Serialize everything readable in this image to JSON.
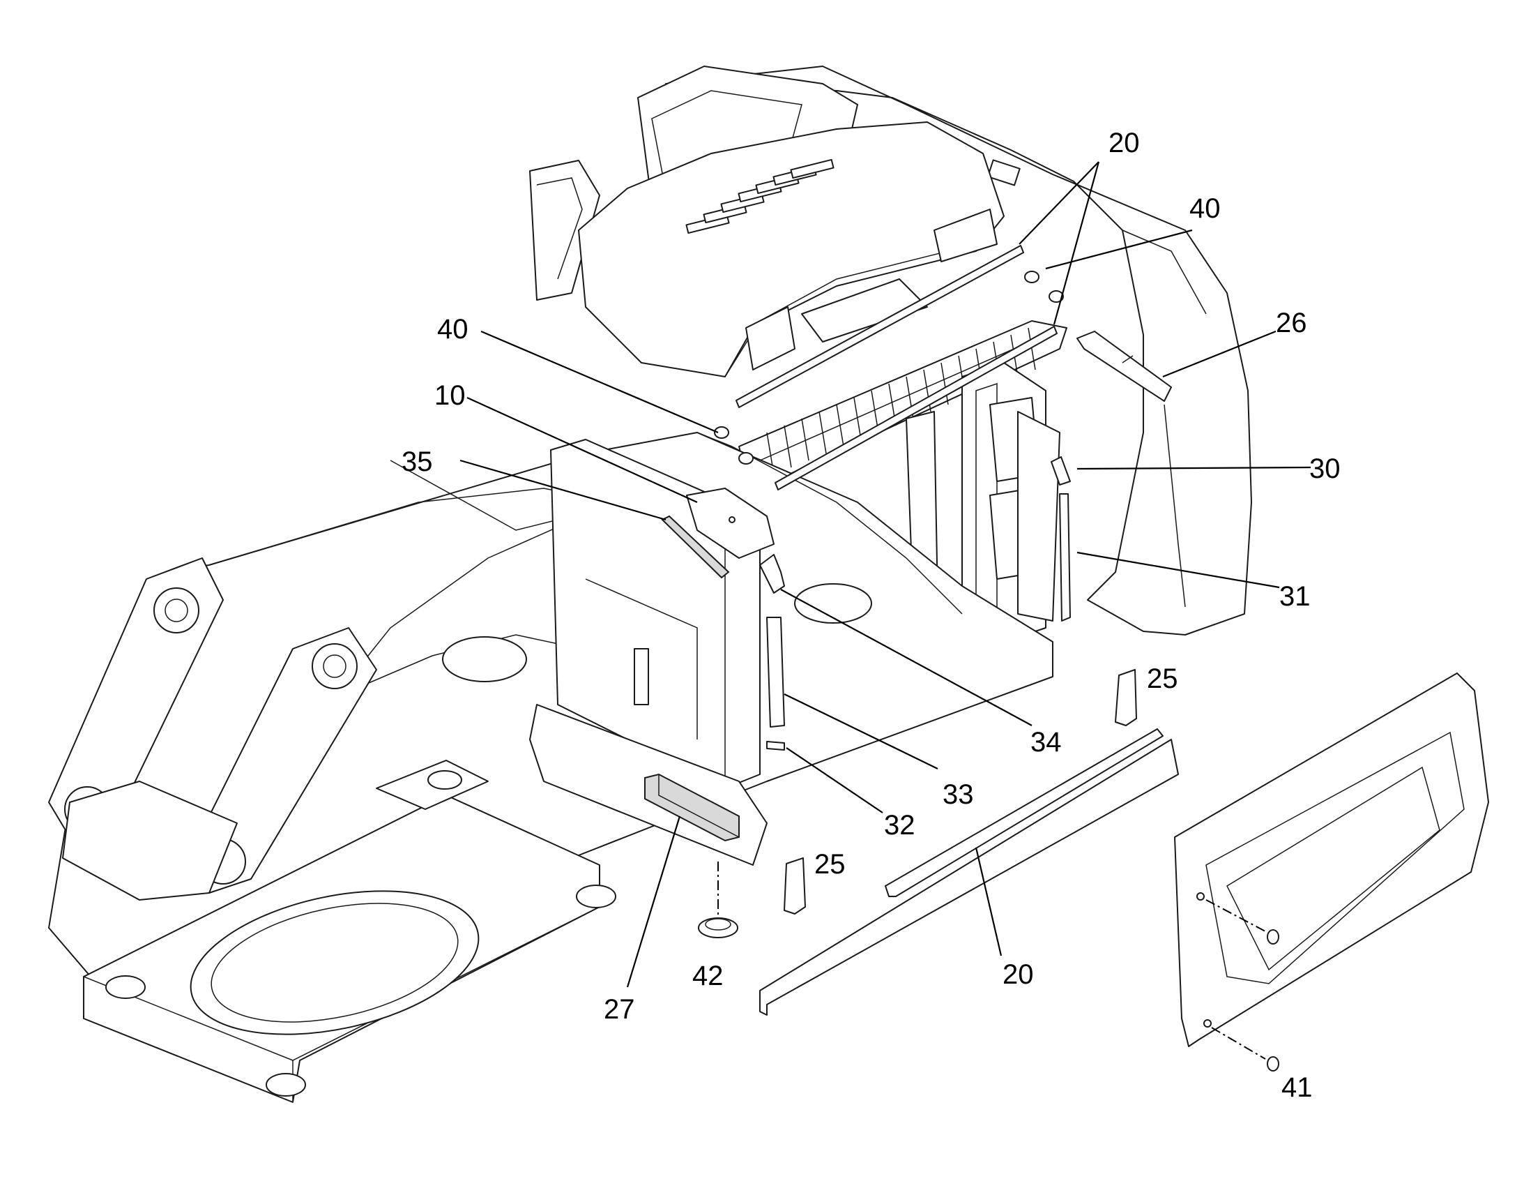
{
  "diagram": {
    "callouts": [
      {
        "id": "c20a",
        "label": "20"
      },
      {
        "id": "c40a",
        "label": "40"
      },
      {
        "id": "c26",
        "label": "26"
      },
      {
        "id": "c40b",
        "label": "40"
      },
      {
        "id": "c10",
        "label": "10"
      },
      {
        "id": "c35",
        "label": "35"
      },
      {
        "id": "c30",
        "label": "30"
      },
      {
        "id": "c31",
        "label": "31"
      },
      {
        "id": "c25a",
        "label": "25"
      },
      {
        "id": "c34",
        "label": "34"
      },
      {
        "id": "c33",
        "label": "33"
      },
      {
        "id": "c32",
        "label": "32"
      },
      {
        "id": "c25b",
        "label": "25"
      },
      {
        "id": "c20b",
        "label": "20"
      },
      {
        "id": "c27",
        "label": "27"
      },
      {
        "id": "c42",
        "label": "42"
      },
      {
        "id": "c41",
        "label": "41"
      }
    ]
  }
}
